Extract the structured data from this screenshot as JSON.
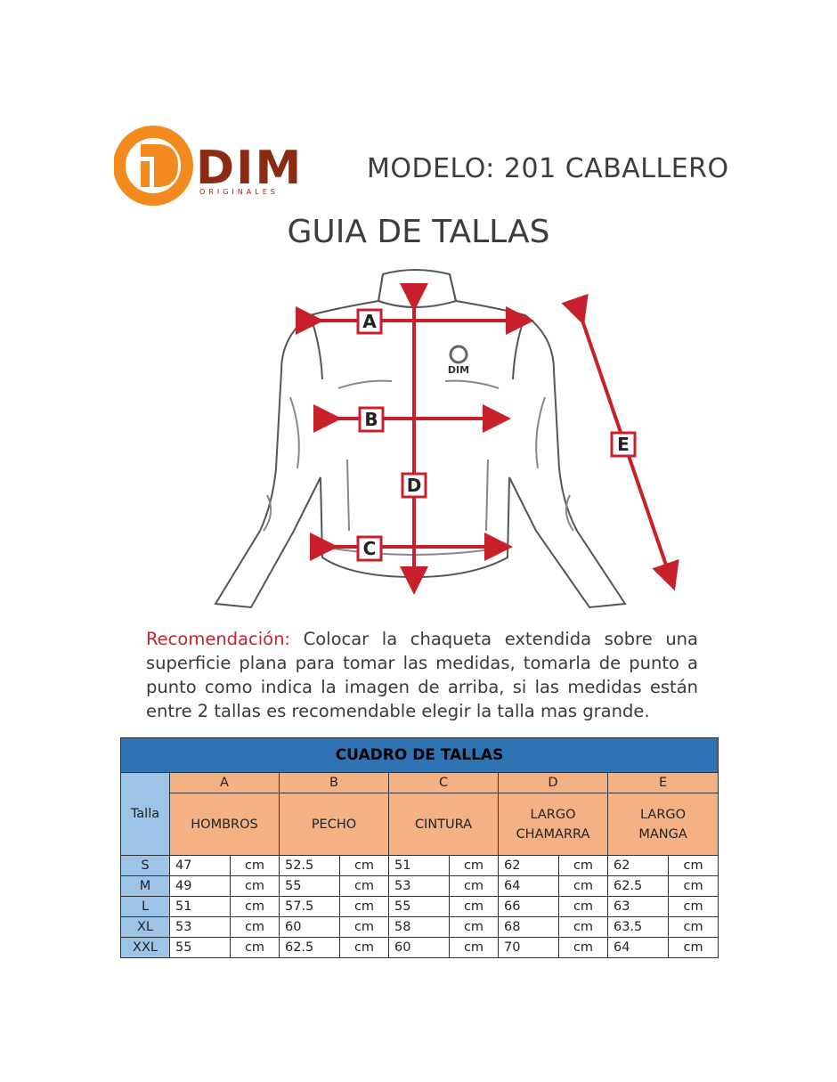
{
  "brand": {
    "name": "DIM",
    "tagline": "ORIGINALES",
    "colors": {
      "orange": "#f28a1e",
      "brown": "#8b2b14"
    }
  },
  "header": {
    "model": "MODELO: 201 CABALLERO",
    "guide_title": "GUIA DE TALLAS"
  },
  "diagram": {
    "markers": [
      "A",
      "B",
      "C",
      "D",
      "E"
    ],
    "arrow_color": "#c8202a",
    "chest_logo": "DIM"
  },
  "recommendation": {
    "label": "Recomendación:",
    "text": " Colocar la chaqueta extendida sobre una superficie plana para tomar las medidas,  tomarla de punto a punto como indica la imagen de arriba, si las medidas están entre 2 tallas es recomendable elegir la talla mas grande."
  },
  "size_table": {
    "title": "CUADRO DE TALLAS",
    "talla_label": "Talla",
    "columns": [
      {
        "letter": "A",
        "name": "HOMBROS"
      },
      {
        "letter": "B",
        "name": "PECHO"
      },
      {
        "letter": "C",
        "name": "CINTURA"
      },
      {
        "letter": "D",
        "name": "LARGO CHAMARRA"
      },
      {
        "letter": "E",
        "name": "LARGO MANGA"
      }
    ],
    "unit": "cm",
    "rows": [
      {
        "size": "S",
        "values": [
          "47",
          "52.5",
          "51",
          "62",
          "62"
        ]
      },
      {
        "size": "M",
        "values": [
          "49",
          "55",
          "53",
          "64",
          "62.5"
        ]
      },
      {
        "size": "L",
        "values": [
          "51",
          "57.5",
          "55",
          "66",
          "63"
        ]
      },
      {
        "size": "XL",
        "values": [
          "53",
          "60",
          "58",
          "68",
          "63.5"
        ]
      },
      {
        "size": "XXL",
        "values": [
          "55",
          "62.5",
          "60",
          "70",
          "64"
        ]
      }
    ],
    "colors": {
      "title_bg": "#2e74b5",
      "talla_bg": "#9dc3e6",
      "header_bg": "#f4b183"
    }
  }
}
